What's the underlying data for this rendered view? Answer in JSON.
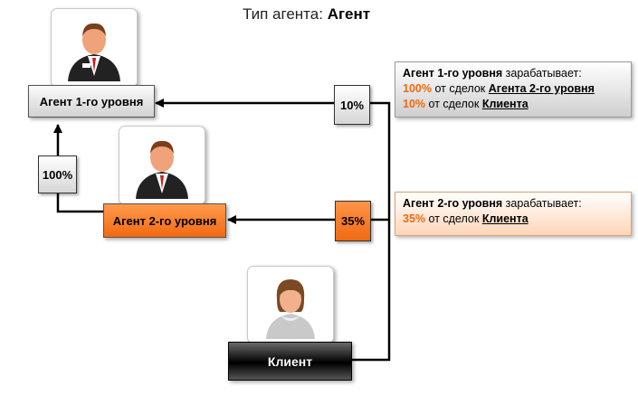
{
  "header": {
    "label": "Тип агента:",
    "value": "Агент"
  },
  "nodes": {
    "agent1": "Агент 1-го уровня",
    "agent2": "Агент 2-го уровня",
    "client": "Клиент"
  },
  "percentages": {
    "client_to_agent1": "10%",
    "client_to_agent2": "35%",
    "agent2_to_agent1": "100%"
  },
  "info_agent1": {
    "subject": "Агент 1-го уровня",
    "verb": "зарабатывает:",
    "line2_pct": "100%",
    "line2_text": "от сделок",
    "line2_source": "Агента 2-го уровня",
    "line3_pct": "10%",
    "line3_text": "от сделок",
    "line3_source": "Клиента"
  },
  "info_agent2": {
    "subject": "Агент 2-го уровня",
    "verb": "зарабатывает:",
    "line2_pct": "35%",
    "line2_text": "от сделок",
    "line2_source": "Клиента"
  },
  "colors": {
    "accent_orange": "#ee6a12",
    "node_gray": "#d2d2d2",
    "node_black": "#000000"
  },
  "icons": {
    "agent1_avatar": "businessman-icon",
    "agent2_avatar": "businessman-icon",
    "client_avatar": "woman-user-icon"
  }
}
